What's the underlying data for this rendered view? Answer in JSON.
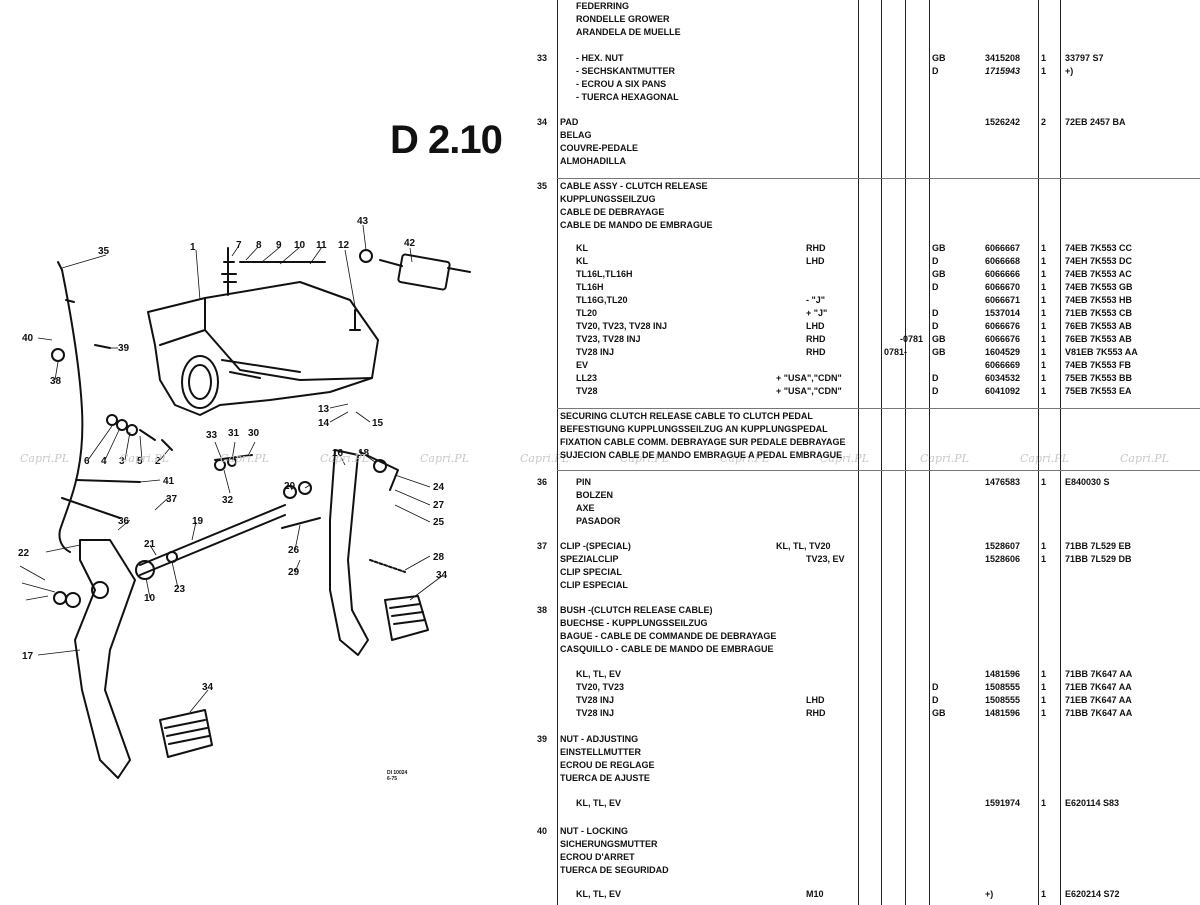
{
  "page_title": "D 2.10",
  "watermark": "Capri.PL",
  "drawing_stamp": [
    "DI 10024",
    "6-75"
  ],
  "callouts": [
    "35",
    "1",
    "7",
    "8",
    "9",
    "10",
    "11",
    "12",
    "43",
    "42",
    "40",
    "39",
    "38",
    "13",
    "14",
    "15",
    "33",
    "31",
    "30",
    "6",
    "4",
    "3",
    "5",
    "2",
    "41",
    "32",
    "37",
    "16",
    "18",
    "20",
    "27",
    "24",
    "26",
    "25",
    "36",
    "21",
    "19",
    "28",
    "29",
    "22",
    "23",
    "10",
    "17",
    "34",
    "34"
  ],
  "rows": [
    {
      "ref": "",
      "desc": "FEDERRING",
      "indent": true,
      "cond": "",
      "side": "",
      "from": "",
      "to": "",
      "mkt": "",
      "part": "",
      "qty": "",
      "note": ""
    },
    {
      "ref": "",
      "desc": "RONDELLE GROWER",
      "indent": true,
      "cond": "",
      "side": "",
      "from": "",
      "to": "",
      "mkt": "",
      "part": "",
      "qty": "",
      "note": ""
    },
    {
      "ref": "",
      "desc": "ARANDELA DE MUELLE",
      "indent": true,
      "cond": "",
      "side": "",
      "from": "",
      "to": "",
      "mkt": "",
      "part": "",
      "qty": "",
      "note": ""
    },
    {
      "ref": "33",
      "desc": "- HEX. NUT",
      "indent": true,
      "cond": "",
      "side": "",
      "from": "",
      "to": "",
      "mkt": "GB",
      "part": "3415208",
      "qty": "1",
      "note": "33797 S7"
    },
    {
      "ref": "",
      "desc": "- SECHSKANTMUTTER",
      "indent": true,
      "cond": "",
      "side": "",
      "from": "",
      "to": "",
      "mkt": "D",
      "part": "1715943",
      "qty": "1",
      "note": "+)"
    },
    {
      "ref": "",
      "desc": "- ECROU A SIX PANS",
      "indent": true,
      "cond": "",
      "side": "",
      "from": "",
      "to": "",
      "mkt": "",
      "part": "",
      "qty": "",
      "note": ""
    },
    {
      "ref": "",
      "desc": "- TUERCA HEXAGONAL",
      "indent": true,
      "cond": "",
      "side": "",
      "from": "",
      "to": "",
      "mkt": "",
      "part": "",
      "qty": "",
      "note": ""
    },
    {
      "ref": "34",
      "desc": "PAD",
      "indent": false,
      "cond": "",
      "side": "",
      "from": "",
      "to": "",
      "mkt": "",
      "part": "1526242",
      "qty": "2",
      "note": "72EB 2457 BA"
    },
    {
      "ref": "",
      "desc": "BELAG",
      "indent": false,
      "cond": "",
      "side": "",
      "from": "",
      "to": "",
      "mkt": "",
      "part": "",
      "qty": "",
      "note": ""
    },
    {
      "ref": "",
      "desc": "COUVRE-PEDALE",
      "indent": false,
      "cond": "",
      "side": "",
      "from": "",
      "to": "",
      "mkt": "",
      "part": "",
      "qty": "",
      "note": ""
    },
    {
      "ref": "",
      "desc": "ALMOHADILLA",
      "indent": false,
      "cond": "",
      "side": "",
      "from": "",
      "to": "",
      "mkt": "",
      "part": "",
      "qty": "",
      "note": ""
    },
    {
      "ref": "35",
      "desc": "CABLE ASSY - CLUTCH RELEASE",
      "indent": false,
      "cond": "",
      "side": "",
      "from": "",
      "to": "",
      "mkt": "",
      "part": "",
      "qty": "",
      "note": ""
    },
    {
      "ref": "",
      "desc": "KUPPLUNGSSEILZUG",
      "indent": false,
      "cond": "",
      "side": "",
      "from": "",
      "to": "",
      "mkt": "",
      "part": "",
      "qty": "",
      "note": ""
    },
    {
      "ref": "",
      "desc": "CABLE DE DEBRAYAGE",
      "indent": false,
      "cond": "",
      "side": "",
      "from": "",
      "to": "",
      "mkt": "",
      "part": "",
      "qty": "",
      "note": ""
    },
    {
      "ref": "",
      "desc": "CABLE DE MANDO DE EMBRAGUE",
      "indent": false,
      "cond": "",
      "side": "",
      "from": "",
      "to": "",
      "mkt": "",
      "part": "",
      "qty": "",
      "note": ""
    },
    {
      "ref": "",
      "desc": "KL",
      "indent": true,
      "cond": "",
      "side": "RHD",
      "from": "",
      "to": "",
      "mkt": "GB",
      "part": "6066667",
      "qty": "1",
      "note": "74EB 7K553 CC"
    },
    {
      "ref": "",
      "desc": "KL",
      "indent": true,
      "cond": "",
      "side": "LHD",
      "from": "",
      "to": "",
      "mkt": "D",
      "part": "6066668",
      "qty": "1",
      "note": "74EH 7K553 DC"
    },
    {
      "ref": "",
      "desc": "TL16L,TL16H",
      "indent": true,
      "cond": "",
      "side": "",
      "from": "",
      "to": "",
      "mkt": "GB",
      "part": "6066666",
      "qty": "1",
      "note": "74EB 7K553 AC"
    },
    {
      "ref": "",
      "desc": "TL16H",
      "indent": true,
      "cond": "",
      "side": "",
      "from": "",
      "to": "",
      "mkt": "D",
      "part": "6066670",
      "qty": "1",
      "note": "74EB 7K553 GB"
    },
    {
      "ref": "",
      "desc": "TL16G,TL20",
      "indent": true,
      "cond": "",
      "side": "- \"J\"",
      "from": "",
      "to": "",
      "mkt": "",
      "part": "6066671",
      "qty": "1",
      "note": "74EB 7K553 HB"
    },
    {
      "ref": "",
      "desc": "TL20",
      "indent": true,
      "cond": "",
      "side": "+ \"J\"",
      "from": "",
      "to": "",
      "mkt": "D",
      "part": "1537014",
      "qty": "1",
      "note": "71EB 7K553 CB"
    },
    {
      "ref": "",
      "desc": "TV20, TV23, TV28 INJ",
      "indent": true,
      "cond": "",
      "side": "LHD",
      "from": "",
      "to": "",
      "mkt": "D",
      "part": "6066676",
      "qty": "1",
      "note": "76EB 7K553 AB"
    },
    {
      "ref": "",
      "desc": "TV23, TV28 INJ",
      "indent": true,
      "cond": "",
      "side": "RHD",
      "from": "",
      "to": "-0781",
      "mkt": "GB",
      "part": "6066676",
      "qty": "1",
      "note": "76EB 7K553 AB"
    },
    {
      "ref": "",
      "desc": "TV28 INJ",
      "indent": true,
      "cond": "",
      "side": "RHD",
      "from": "0781-",
      "to": "",
      "mkt": "GB",
      "part": "1604529",
      "qty": "1",
      "note": "V81EB 7K553 AA"
    },
    {
      "ref": "",
      "desc": "EV",
      "indent": true,
      "cond": "",
      "side": "",
      "from": "",
      "to": "",
      "mkt": "",
      "part": "6066669",
      "qty": "1",
      "note": "74EB 7K553 FB"
    },
    {
      "ref": "",
      "desc": "LL23",
      "indent": true,
      "cond": "+ \"USA\",\"CDN\"",
      "side": "",
      "from": "",
      "to": "",
      "mkt": "D",
      "part": "6034532",
      "qty": "1",
      "note": "75EB 7K553 BB"
    },
    {
      "ref": "",
      "desc": "TV28",
      "indent": true,
      "cond": "+ \"USA\",\"CDN\"",
      "side": "",
      "from": "",
      "to": "",
      "mkt": "D",
      "part": "6041092",
      "qty": "1",
      "note": "75EB 7K553 EA"
    },
    {
      "ref": "",
      "desc": "SECURING CLUTCH RELEASE CABLE TO CLUTCH PEDAL",
      "indent": false,
      "cond": "",
      "side": "",
      "from": "",
      "to": "",
      "mkt": "",
      "part": "",
      "qty": "",
      "note": ""
    },
    {
      "ref": "",
      "desc": "BEFESTIGUNG KUPPLUNGSSEILZUG AN KUPPLUNGSPEDAL",
      "indent": false,
      "cond": "",
      "side": "",
      "from": "",
      "to": "",
      "mkt": "",
      "part": "",
      "qty": "",
      "note": ""
    },
    {
      "ref": "",
      "desc": "FIXATION CABLE COMM. DEBRAYAGE SUR PEDALE DEBRAYAGE",
      "indent": false,
      "cond": "",
      "side": "",
      "from": "",
      "to": "",
      "mkt": "",
      "part": "",
      "qty": "",
      "note": ""
    },
    {
      "ref": "",
      "desc": "SUJECION CABLE DE MANDO EMBRAGUE A PEDAL EMBRAGUE",
      "indent": false,
      "cond": "",
      "side": "",
      "from": "",
      "to": "",
      "mkt": "",
      "part": "",
      "qty": "",
      "note": ""
    },
    {
      "ref": "36",
      "desc": "PIN",
      "indent": true,
      "cond": "",
      "side": "",
      "from": "",
      "to": "",
      "mkt": "",
      "part": "1476583",
      "qty": "1",
      "note": "E840030 S"
    },
    {
      "ref": "",
      "desc": "BOLZEN",
      "indent": true,
      "cond": "",
      "side": "",
      "from": "",
      "to": "",
      "mkt": "",
      "part": "",
      "qty": "",
      "note": ""
    },
    {
      "ref": "",
      "desc": "AXE",
      "indent": true,
      "cond": "",
      "side": "",
      "from": "",
      "to": "",
      "mkt": "",
      "part": "",
      "qty": "",
      "note": ""
    },
    {
      "ref": "",
      "desc": "PASADOR",
      "indent": true,
      "cond": "",
      "side": "",
      "from": "",
      "to": "",
      "mkt": "",
      "part": "",
      "qty": "",
      "note": ""
    },
    {
      "ref": "37",
      "desc": "CLIP -(SPECIAL)",
      "indent": false,
      "cond": "KL, TL, TV20",
      "side": "",
      "from": "",
      "to": "",
      "mkt": "",
      "part": "1528607",
      "qty": "1",
      "note": "71BB 7L529 EB"
    },
    {
      "ref": "",
      "desc": "SPEZIALCLIP",
      "indent": false,
      "cond": "",
      "side": "TV23, EV",
      "from": "",
      "to": "",
      "mkt": "",
      "part": "1528606",
      "qty": "1",
      "note": "71BB 7L529 DB"
    },
    {
      "ref": "",
      "desc": "CLIP SPECIAL",
      "indent": false,
      "cond": "",
      "side": "",
      "from": "",
      "to": "",
      "mkt": "",
      "part": "",
      "qty": "",
      "note": ""
    },
    {
      "ref": "",
      "desc": "CLIP ESPECIAL",
      "indent": false,
      "cond": "",
      "side": "",
      "from": "",
      "to": "",
      "mkt": "",
      "part": "",
      "qty": "",
      "note": ""
    },
    {
      "ref": "38",
      "desc": "BUSH -(CLUTCH RELEASE CABLE)",
      "indent": false,
      "cond": "",
      "side": "",
      "from": "",
      "to": "",
      "mkt": "",
      "part": "",
      "qty": "",
      "note": ""
    },
    {
      "ref": "",
      "desc": "BUECHSE - KUPPLUNGSSEILZUG",
      "indent": false,
      "cond": "",
      "side": "",
      "from": "",
      "to": "",
      "mkt": "",
      "part": "",
      "qty": "",
      "note": ""
    },
    {
      "ref": "",
      "desc": "BAGUE - CABLE DE COMMANDE DE DEBRAYAGE",
      "indent": false,
      "cond": "",
      "side": "",
      "from": "",
      "to": "",
      "mkt": "",
      "part": "",
      "qty": "",
      "note": ""
    },
    {
      "ref": "",
      "desc": "CASQUILLO - CABLE DE MANDO DE EMBRAGUE",
      "indent": false,
      "cond": "",
      "side": "",
      "from": "",
      "to": "",
      "mkt": "",
      "part": "",
      "qty": "",
      "note": ""
    },
    {
      "ref": "",
      "desc": "KL, TL, EV",
      "indent": true,
      "cond": "",
      "side": "",
      "from": "",
      "to": "",
      "mkt": "",
      "part": "1481596",
      "qty": "1",
      "note": "71BB 7K647 AA"
    },
    {
      "ref": "",
      "desc": "TV20, TV23",
      "indent": true,
      "cond": "",
      "side": "",
      "from": "",
      "to": "",
      "mkt": "D",
      "part": "1508555",
      "qty": "1",
      "note": "71EB 7K647 AA"
    },
    {
      "ref": "",
      "desc": "TV28 INJ",
      "indent": true,
      "cond": "",
      "side": "LHD",
      "from": "",
      "to": "",
      "mkt": "D",
      "part": "1508555",
      "qty": "1",
      "note": "71EB 7K647 AA"
    },
    {
      "ref": "",
      "desc": "TV28 INJ",
      "indent": true,
      "cond": "",
      "side": "RHD",
      "from": "",
      "to": "",
      "mkt": "GB",
      "part": "1481596",
      "qty": "1",
      "note": "71BB 7K647 AA"
    },
    {
      "ref": "39",
      "desc": "NUT - ADJUSTING",
      "indent": false,
      "cond": "",
      "side": "",
      "from": "",
      "to": "",
      "mkt": "",
      "part": "",
      "qty": "",
      "note": ""
    },
    {
      "ref": "",
      "desc": "EINSTELLMUTTER",
      "indent": false,
      "cond": "",
      "side": "",
      "from": "",
      "to": "",
      "mkt": "",
      "part": "",
      "qty": "",
      "note": ""
    },
    {
      "ref": "",
      "desc": "ECROU DE REGLAGE",
      "indent": false,
      "cond": "",
      "side": "",
      "from": "",
      "to": "",
      "mkt": "",
      "part": "",
      "qty": "",
      "note": ""
    },
    {
      "ref": "",
      "desc": "TUERCA DE AJUSTE",
      "indent": false,
      "cond": "",
      "side": "",
      "from": "",
      "to": "",
      "mkt": "",
      "part": "",
      "qty": "",
      "note": ""
    },
    {
      "ref": "",
      "desc": "KL, TL, EV",
      "indent": true,
      "cond": "",
      "side": "",
      "from": "",
      "to": "",
      "mkt": "",
      "part": "1591974",
      "qty": "1",
      "note": "E620114 S83"
    },
    {
      "ref": "40",
      "desc": "NUT - LOCKING",
      "indent": false,
      "cond": "",
      "side": "",
      "from": "",
      "to": "",
      "mkt": "",
      "part": "",
      "qty": "",
      "note": ""
    },
    {
      "ref": "",
      "desc": "SICHERUNGSMUTTER",
      "indent": false,
      "cond": "",
      "side": "",
      "from": "",
      "to": "",
      "mkt": "",
      "part": "",
      "qty": "",
      "note": ""
    },
    {
      "ref": "",
      "desc": "ECROU D'ARRET",
      "indent": false,
      "cond": "",
      "side": "",
      "from": "",
      "to": "",
      "mkt": "",
      "part": "",
      "qty": "",
      "note": ""
    },
    {
      "ref": "",
      "desc": "TUERCA DE SEGURIDAD",
      "indent": false,
      "cond": "",
      "side": "",
      "from": "",
      "to": "",
      "mkt": "",
      "part": "",
      "qty": "",
      "note": ""
    },
    {
      "ref": "",
      "desc": "KL, TL, EV",
      "indent": true,
      "cond": "",
      "side": "M10",
      "from": "",
      "to": "",
      "mkt": "",
      "part": "+)",
      "qty": "1",
      "note": "E620214 S72"
    }
  ]
}
